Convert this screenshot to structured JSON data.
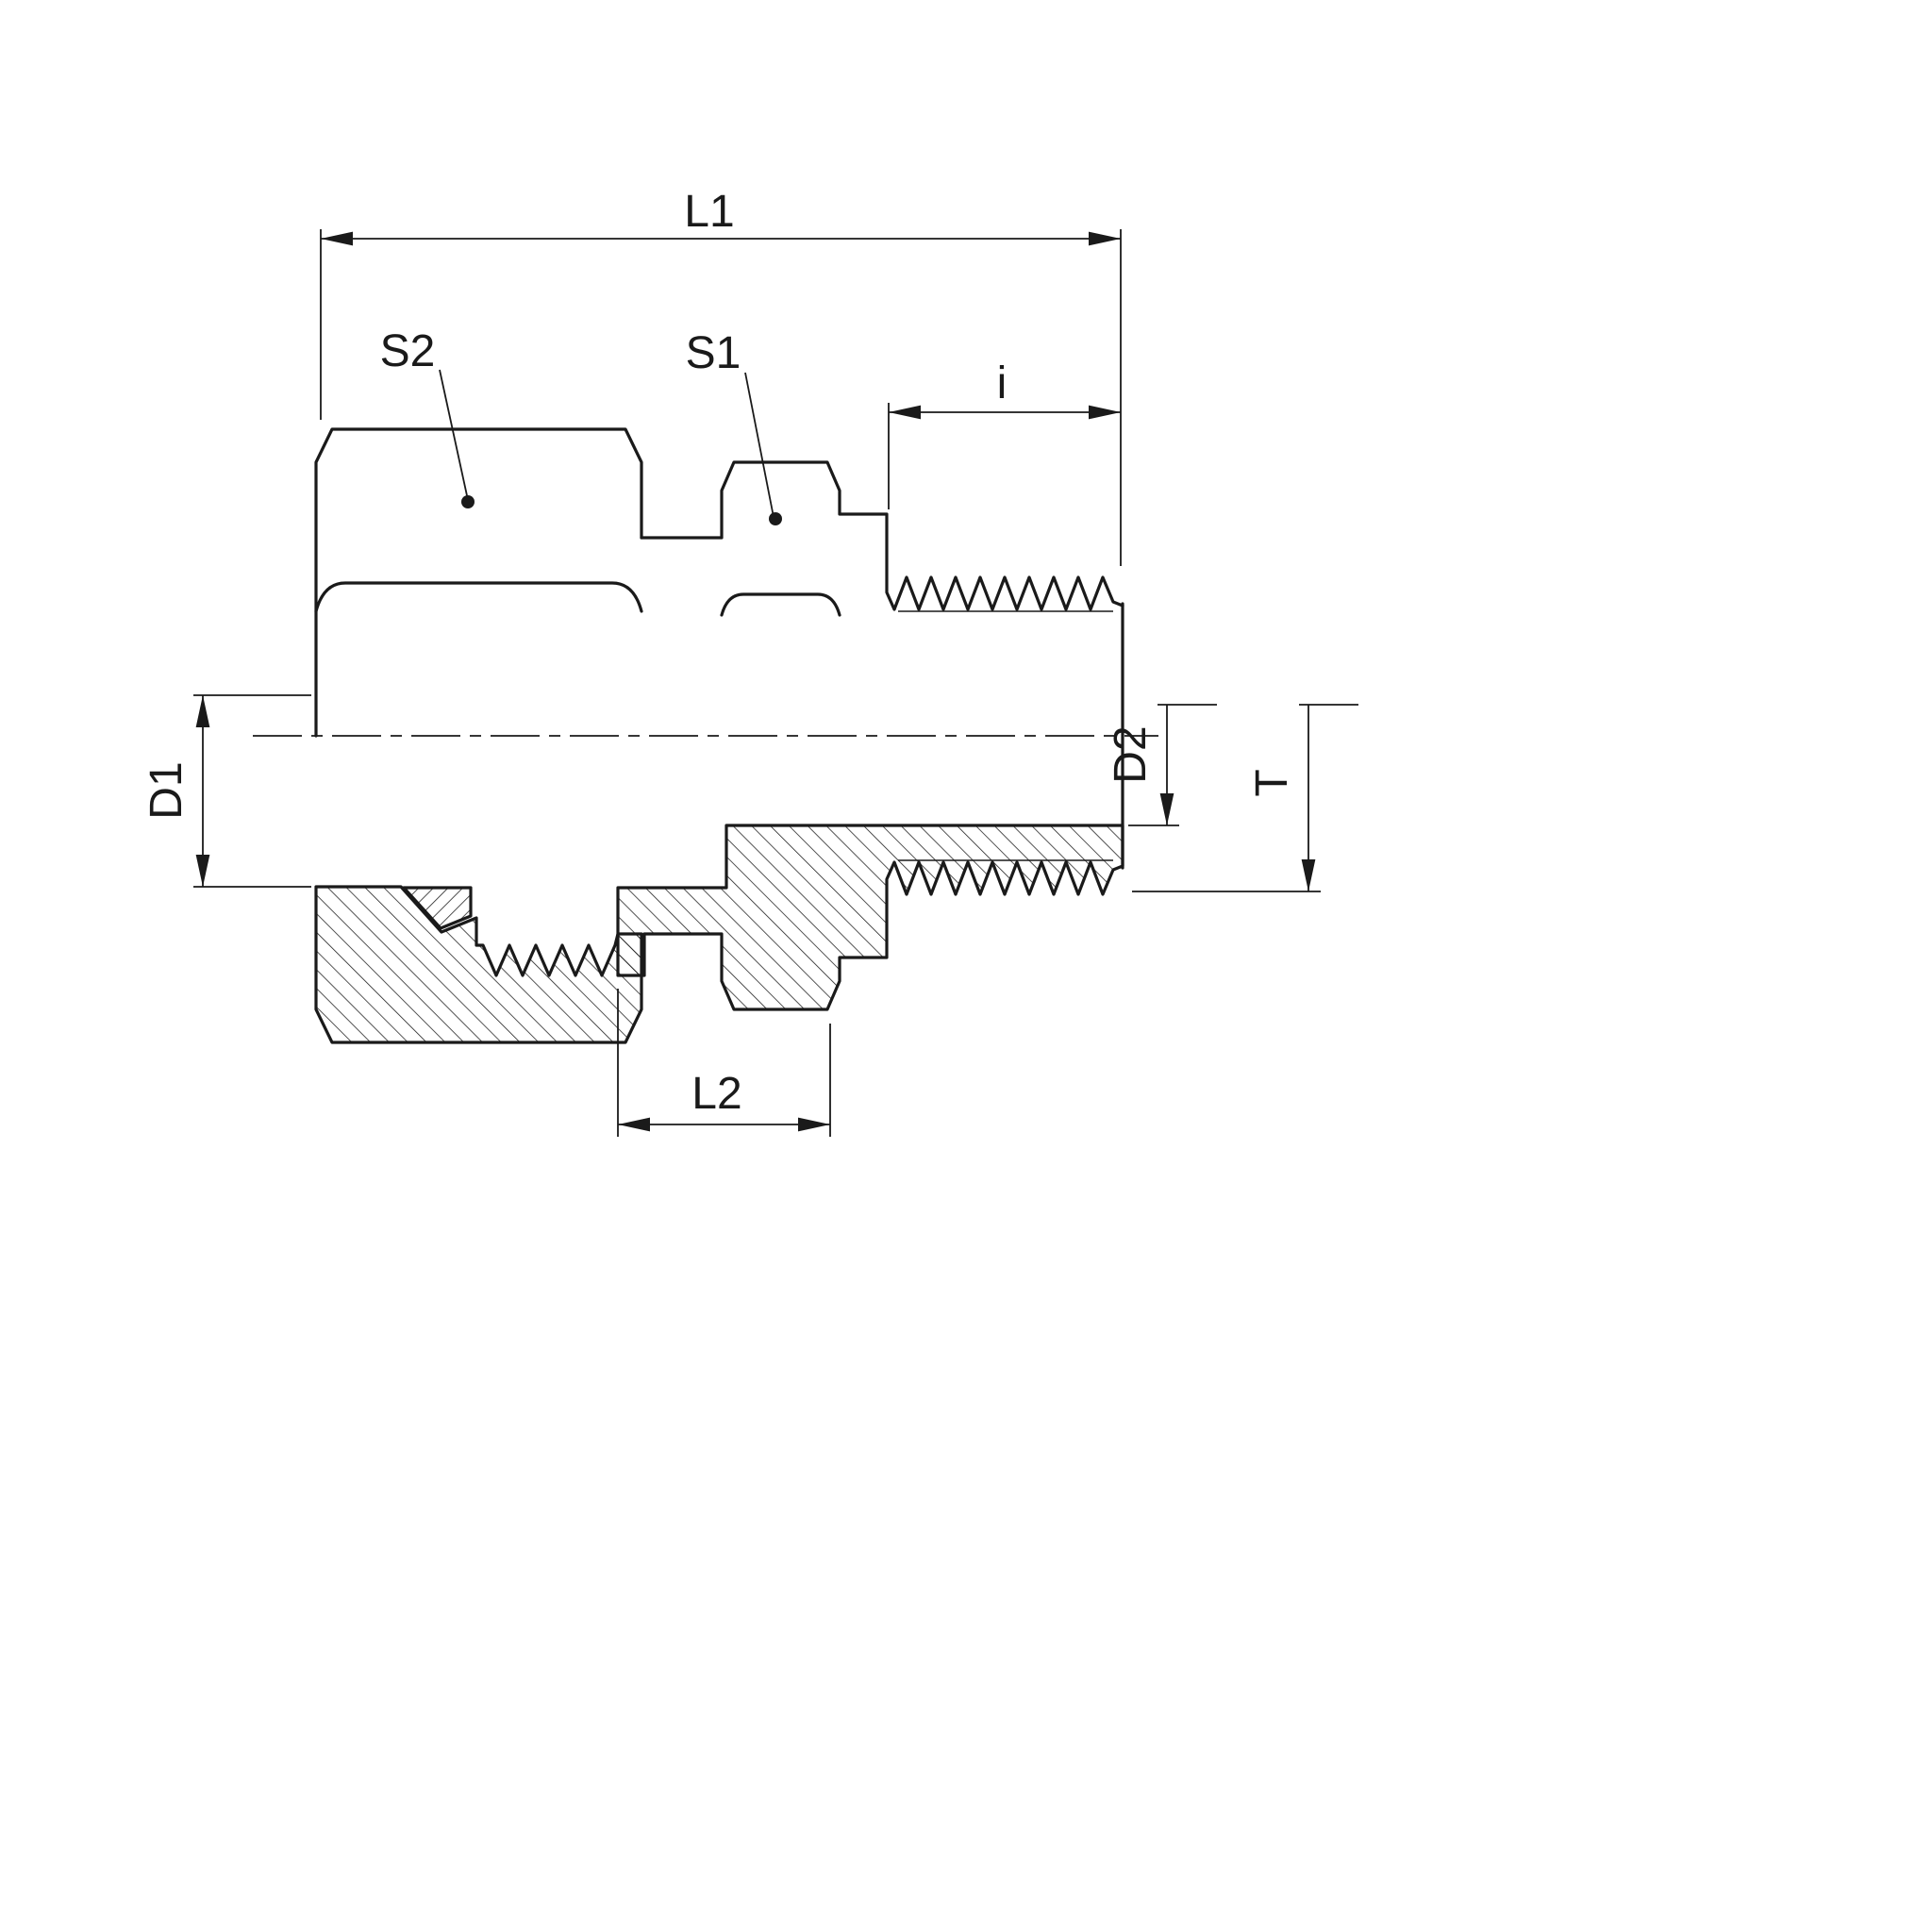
{
  "page": {
    "background": "#ffffff",
    "line_color": "#1a1a1a"
  },
  "drawing": {
    "type": "technical-section-drawing",
    "subject": "tube-fitting-male-stud-coupling",
    "labels": {
      "l1": "L1",
      "i": "i",
      "s2": "S2",
      "s1": "S1",
      "d1": "D1",
      "d2": "D2",
      "t": "T",
      "l2": "L2"
    }
  }
}
